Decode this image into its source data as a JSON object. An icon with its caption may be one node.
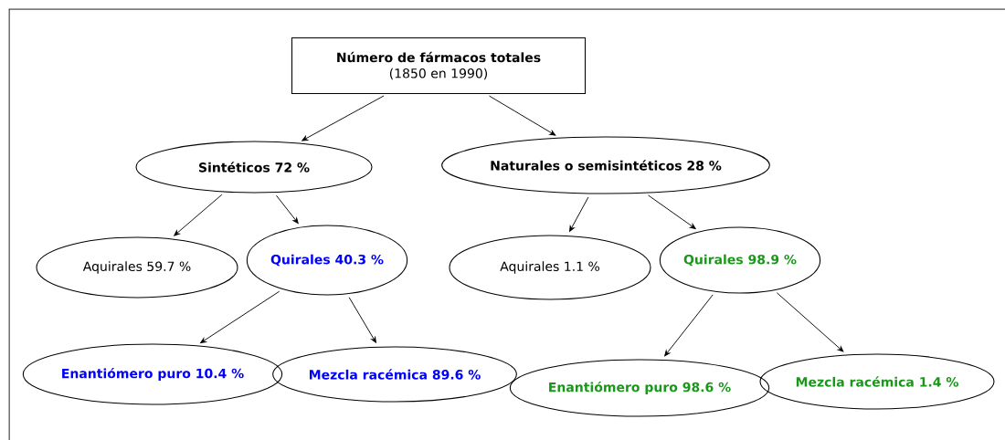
{
  "diagram": {
    "nodes": [
      {
        "text": [
          "Número de fármacos totales",
          "(1850 en 1990)"
        ]
      },
      {
        "text": [
          "Sintéticos 72 %"
        ]
      },
      {
        "text": [
          "Naturales o semisintéticos 28 %"
        ]
      },
      {
        "text": [
          "Aquirales 59.7 %"
        ]
      },
      {
        "text": [
          "Quirales 40.3 %"
        ]
      },
      {
        "text": [
          "Aquirales 1.1 %"
        ]
      },
      {
        "text": [
          "Quirales 98.9 %"
        ]
      },
      {
        "text": [
          "Enantiómero puro 10.4 %"
        ]
      },
      {
        "text": [
          "Mezcla racémica 89.6 %"
        ]
      },
      {
        "text": [
          "Enantiómero puro 98.6 %"
        ]
      },
      {
        "text": [
          "Mezcla racémica 1.4 %"
        ]
      }
    ],
    "edges": [
      {
        "from": 0,
        "to": 1,
        "arrow": "to"
      },
      {
        "from": 0,
        "to": 2,
        "arrow": "to"
      },
      {
        "from": 1,
        "to": 3,
        "arrow": "to"
      },
      {
        "from": 1,
        "to": 4,
        "arrow": "to"
      },
      {
        "from": 2,
        "to": 5,
        "arrow": "to"
      },
      {
        "from": 2,
        "to": 6,
        "arrow": "to"
      },
      {
        "from": 4,
        "to": 7,
        "arrow": "to"
      },
      {
        "from": 4,
        "to": 8,
        "arrow": "to"
      },
      {
        "from": 6,
        "to": 9,
        "arrow": "to"
      },
      {
        "from": 6,
        "to": 10,
        "arrow": "to"
      }
    ]
  }
}
